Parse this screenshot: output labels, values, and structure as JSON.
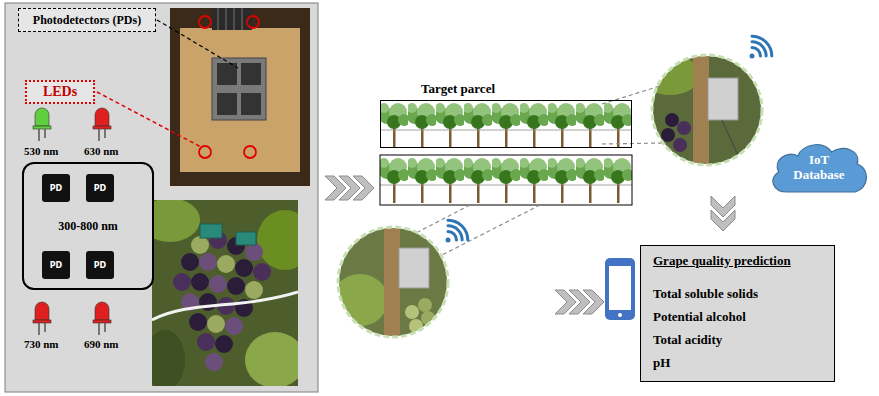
{
  "diagram": {
    "nodes": [
      {
        "text": [
          "Photodetectors (PDs)"
        ]
      },
      {
        "text": [
          "LEDs"
        ]
      },
      {
        "text": [
          "300-800 nm"
        ]
      },
      {
        "text": [
          "PD"
        ],
        "in": 2
      },
      {
        "text": [
          "PD"
        ],
        "in": 2
      },
      {
        "text": [
          "PD"
        ],
        "in": 2
      },
      {
        "text": [
          "PD"
        ],
        "in": 2
      },
      {
        "text": [
          "Target parcel"
        ]
      },
      {
        "text": [
          "IoT Database"
        ]
      },
      {
        "text": [
          "Grape quality prediction",
          "Total soluble solids",
          "Potential alcohol",
          "Total acidity",
          "pH"
        ]
      }
    ],
    "labels": [
      "530 nm",
      "630 nm",
      "730 nm",
      "690 nm"
    ]
  }
}
